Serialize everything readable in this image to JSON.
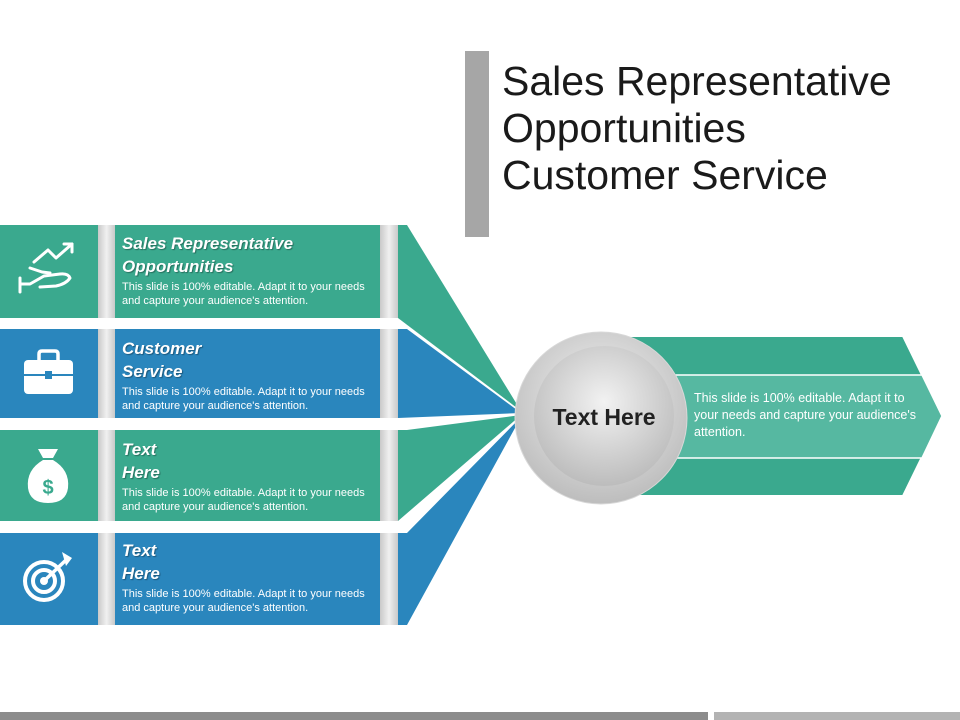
{
  "title_lines": [
    "Sales Representative",
    "Opportunities",
    "Customer Service"
  ],
  "colors": {
    "teal": "#3aa98e",
    "blue": "#2a86bd",
    "gray": "#a6a6a6"
  },
  "rows": [
    {
      "heading_lines": [
        "Sales Representative",
        "Opportunities"
      ],
      "description": "This slide is 100% editable. Adapt it to your needs and capture your audience's attention.",
      "icon": "hand-growth-chart-icon",
      "color": "teal"
    },
    {
      "heading_lines": [
        "Customer",
        "Service"
      ],
      "description": "This slide is 100% editable. Adapt it to your needs and capture your audience's attention.",
      "icon": "briefcase-icon",
      "color": "blue"
    },
    {
      "heading_lines": [
        "Text",
        "Here"
      ],
      "description": "This slide is 100% editable. Adapt it to your needs and capture your audience's attention.",
      "icon": "money-bag-icon",
      "color": "teal"
    },
    {
      "heading_lines": [
        "Text",
        "Here"
      ],
      "description": "This slide is 100% editable. Adapt it to your needs and capture your audience's attention.",
      "icon": "target-arrow-icon",
      "color": "blue"
    }
  ],
  "hub": {
    "circle_label": "Text Here",
    "description": "This slide is 100% editable. Adapt it to your needs and capture your audience's attention."
  }
}
